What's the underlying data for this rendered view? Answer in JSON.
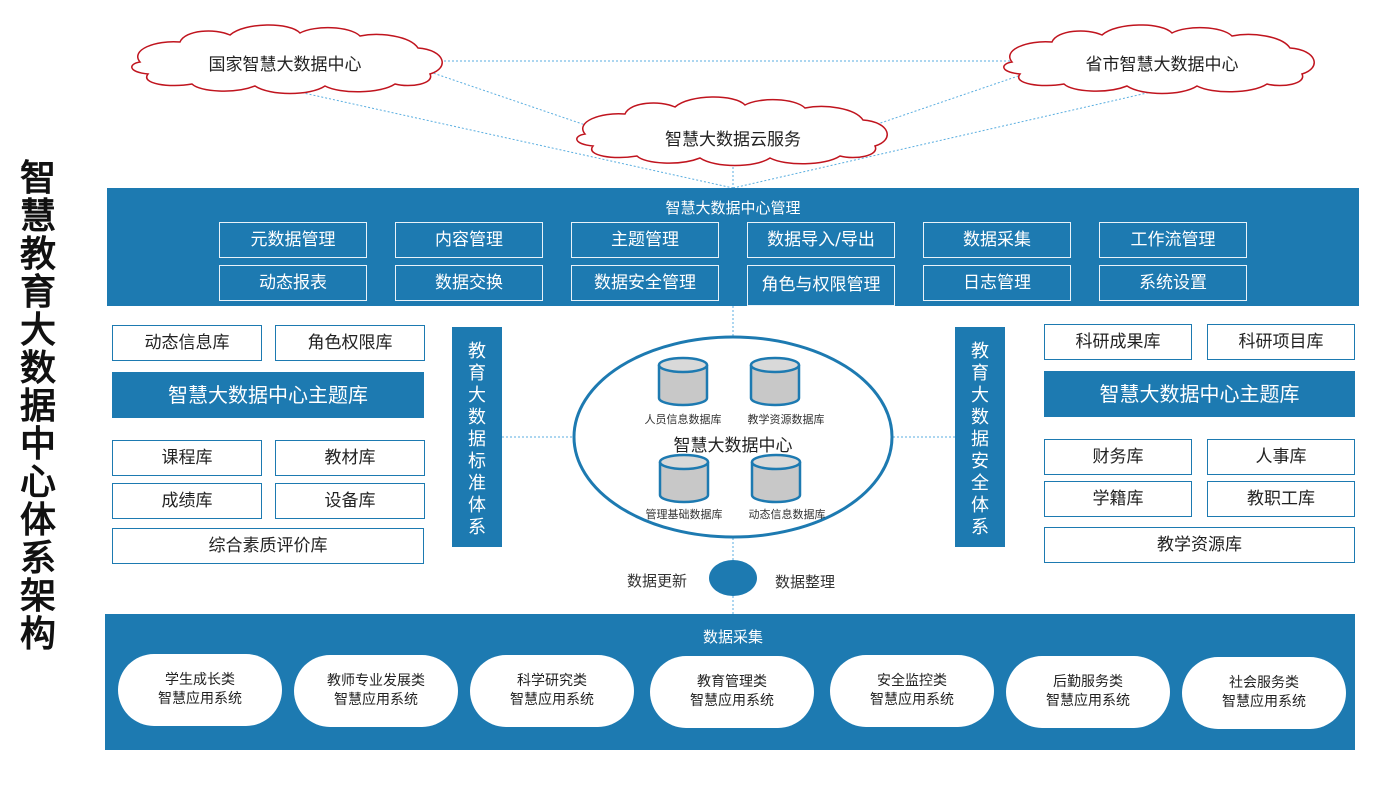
{
  "title_chars": [
    "智",
    "慧",
    "教",
    "育",
    "大",
    "数",
    "据",
    "中",
    "心",
    "体",
    "系",
    "架",
    "构"
  ],
  "clouds": {
    "national": "国家智慧大数据中心",
    "provincial": "省市智慧大数据中心",
    "cloud_service": "智慧大数据云服务"
  },
  "management": {
    "title": "智慧大数据中心管理",
    "items_row1": [
      "元数据管理",
      "内容管理",
      "主题管理",
      "数据导入/导出",
      "数据采集",
      "工作流管理"
    ],
    "items_row2": [
      "动态报表",
      "数据交换",
      "数据安全管理",
      "角色与权限管理",
      "日志管理",
      "系统设置"
    ]
  },
  "left_panel": {
    "top": [
      "动态信息库",
      "角色权限库"
    ],
    "theme": "智慧大数据中心主题库",
    "grid": [
      "课程库",
      "教材库",
      "成绩库",
      "设备库"
    ],
    "bottom": "综合素质评价库"
  },
  "right_panel": {
    "top": [
      "科研成果库",
      "科研项目库"
    ],
    "theme": "智慧大数据中心主题库",
    "grid": [
      "财务库",
      "人事库",
      "学籍库",
      "教职工库"
    ],
    "bottom": "教学资源库"
  },
  "standard_bar_chars": [
    "教",
    "育",
    "大",
    "数",
    "据",
    "标",
    "准",
    "体",
    "系"
  ],
  "security_bar_chars": [
    "教",
    "育",
    "大",
    "数",
    "据",
    "安",
    "全",
    "体",
    "系"
  ],
  "center": {
    "title": "智慧大数据中心",
    "databases": [
      "人员信息数据库",
      "教学资源数据库",
      "管理基础数据库",
      "动态信息数据库"
    ]
  },
  "flow": {
    "update": "数据更新",
    "organize": "数据整理"
  },
  "collection": {
    "title": "数据采集",
    "systems": [
      {
        "line1": "学生成长类",
        "line2": "智慧应用系统"
      },
      {
        "line1": "教师专业发展类",
        "line2": "智慧应用系统"
      },
      {
        "line1": "科学研究类",
        "line2": "智慧应用系统"
      },
      {
        "line1": "教育管理类",
        "line2": "智慧应用系统"
      },
      {
        "line1": "安全监控类",
        "line2": "智慧应用系统"
      },
      {
        "line1": "后勤服务类",
        "line2": "智慧应用系统"
      },
      {
        "line1": "社会服务类",
        "line2": "智慧应用系统"
      }
    ]
  },
  "colors": {
    "primary": "#1d7ab1",
    "cloud_border": "#c0141e",
    "link_line": "#5aaee0"
  }
}
